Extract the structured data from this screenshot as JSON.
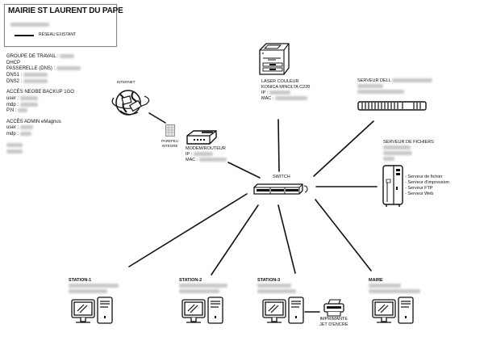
{
  "title": "MAIRIE ST LAURENT DU PAPE",
  "legend": {
    "line_label": "RÉSEAU EXISTANT"
  },
  "info": {
    "workgroup_label": "GROUPE DE TRAVAIL :",
    "dhcp": "DHCP",
    "gateway_label": "PASSERELLE (DNS) :",
    "dns1_label": "DNS1 :",
    "dns2_label": "DNS2 :",
    "backup_title": "ACCÈS NEOBE BACKUP 1GO",
    "user_label": "user :",
    "mdp_label": "mdp :",
    "pn_label": "P.N :",
    "admin_title": "ACCÈS ADMIN eMagnus",
    "admin_user_label": "user :",
    "admin_mdp_label": "mdp :"
  },
  "nodes": {
    "internet": {
      "label": "INTERNET",
      "icon": "globe-cable-icon"
    },
    "firewall": {
      "label_line1": "PAREFEU",
      "label_line2": "INTEGRE",
      "icon": "firewall-icon"
    },
    "modem": {
      "label": "MODEM/ROUTEUR",
      "ip_label": "IP :",
      "mac_label": "MAC :",
      "icon": "modem-icon"
    },
    "laser": {
      "label_line1": "LASER COULEUR",
      "label_line2": "KONICA MINOLTA C220",
      "ip_label": "IP :",
      "mac_label": "MAC :",
      "icon": "copier-icon"
    },
    "dell": {
      "label": "SERVEUR DELL",
      "icon": "rack-server-icon"
    },
    "fileserver": {
      "label": "SERVEUR DE FICHIERS",
      "icon": "tower-server-icon",
      "roles": [
        "- Serveur de fichier",
        "- Serveur d'impression",
        "- Serveur FTP",
        "- Serveur Web"
      ]
    },
    "switch": {
      "label": "SWITCH",
      "icon": "switch-icon"
    },
    "stations": [
      {
        "label": "STATION-1"
      },
      {
        "label": "STATION-2"
      },
      {
        "label": "STATION-3"
      },
      {
        "label": "MAIRE"
      }
    ],
    "inkjet": {
      "label_line1": "IMPRIMANTE",
      "label_line2": "JET D'ENCRE",
      "icon": "inkjet-printer-icon"
    }
  }
}
